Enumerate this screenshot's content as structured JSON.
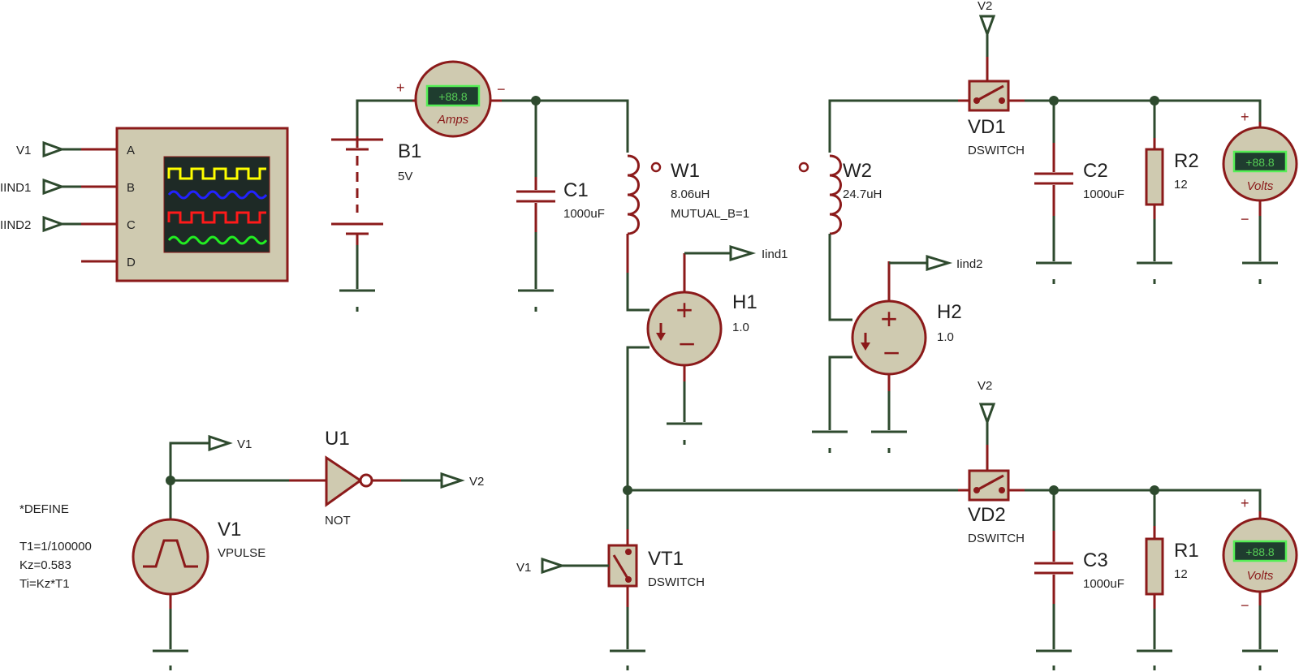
{
  "scope": {
    "channels": [
      "A",
      "B",
      "C",
      "D"
    ],
    "inputs": [
      "V1",
      "IIND1",
      "IIND2"
    ],
    "trace_colors": [
      "#ffff00",
      "#2222ff",
      "#ff1a1a",
      "#22ee22"
    ]
  },
  "components": {
    "B1": {
      "name": "B1",
      "value": "5V"
    },
    "C1": {
      "name": "C1",
      "value": "1000uF"
    },
    "W1": {
      "name": "W1",
      "value": "8.06uH",
      "extra": "MUTUAL_B=1"
    },
    "W2": {
      "name": "W2",
      "value": "24.7uH"
    },
    "H1": {
      "name": "H1",
      "value": "1.0"
    },
    "H2": {
      "name": "H2",
      "value": "1.0"
    },
    "VD1": {
      "name": "VD1",
      "value": "DSWITCH"
    },
    "VD2": {
      "name": "VD2",
      "value": "DSWITCH"
    },
    "C2": {
      "name": "C2",
      "value": "1000uF"
    },
    "C3": {
      "name": "C3",
      "value": "1000uF"
    },
    "R2": {
      "name": "R2",
      "value": "12"
    },
    "R1": {
      "name": "R1",
      "value": "12"
    },
    "V1": {
      "name": "V1",
      "value": "VPULSE"
    },
    "U1": {
      "name": "U1",
      "value": "NOT"
    },
    "VT1": {
      "name": "VT1",
      "value": "DSWITCH"
    }
  },
  "meters": {
    "ammeter": {
      "display": "+88.8",
      "label": "Amps",
      "plus": "+",
      "minus": "−"
    },
    "volt1": {
      "display": "+88.8",
      "label": "Volts",
      "plus": "+",
      "minus": "−"
    },
    "volt2": {
      "display": "+88.8",
      "label": "Volts",
      "plus": "+",
      "minus": "−"
    }
  },
  "terminals": {
    "iind1": "Iind1",
    "iind2": "Iind2",
    "v2_top": "V2",
    "v2_mid": "V2",
    "v2_not": "V2",
    "v1_gen": "V1",
    "v1_vt1": "V1"
  },
  "source_signs": {
    "plus": "+",
    "minus": "−"
  },
  "defines": [
    "*DEFINE",
    "T1=1/100000",
    "Kz=0.583",
    "Ti=Kz*T1"
  ]
}
